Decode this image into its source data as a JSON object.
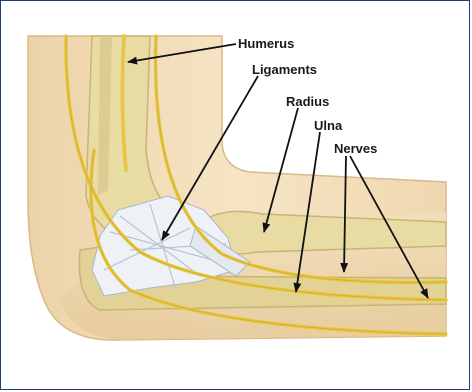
{
  "labels": {
    "humerus": "Humerus",
    "ligaments": "Ligaments",
    "radius": "Radius",
    "ulna": "Ulna",
    "nerves": "Nerves"
  },
  "colors": {
    "frame_border": "#1f3b73",
    "skin": "#f2dcb6",
    "skin_shade": "#e6c99a",
    "bone": "#e6d9a0",
    "bone_shade": "#cfc07d",
    "nerve": "#e9c640",
    "ligament": "#eef2f7",
    "arrow": "#111111"
  }
}
